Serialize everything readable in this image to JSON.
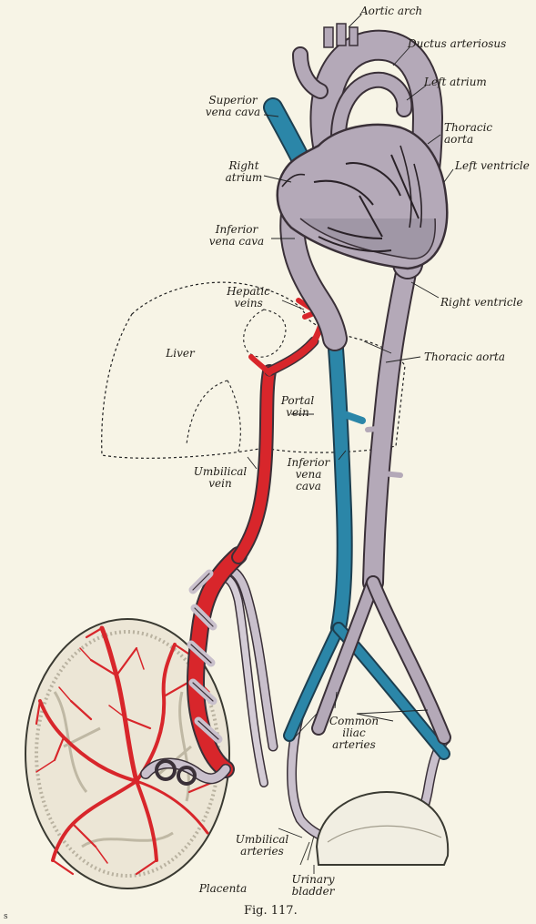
{
  "labels": {
    "aortic_arch": "Aortic arch",
    "ductus_arteriosus": "Ductus arteriosus",
    "left_atrium": "Left atrium",
    "superior_vena_cava": "Superior\nvena cava",
    "thoracic_aorta_upper": "Thoracic\naorta",
    "right_atrium": "Right\natrium",
    "left_ventricle": "Left ventricle",
    "inferior_vena_cava_upper": "Inferior\nvena cava",
    "hepatic_veins": "Hepatic\nveins",
    "right_ventricle": "Right ventricle",
    "liver": "Liver",
    "thoracic_aorta_lower": "Thoracic aorta",
    "portal_vein": "Portal\nvein",
    "umbilical_vein": "Umbilical\nvein",
    "inferior_vena_cava_lower": "Inferior\nvena\ncava",
    "common_iliac_arteries": "Common\niliac\narteries",
    "umbilical_arteries": "Umbilical\narteries",
    "urinary_bladder": "Urinary\nbladder",
    "placenta": "Placenta"
  },
  "caption": "Fig. 117.",
  "page_mark": "s",
  "colors": {
    "background": "#f7f4e6",
    "artery": "#b4a9b8",
    "artery_outline": "#3a3038",
    "oxygenated": "#d8262b",
    "deoxygenated": "#2b86a8",
    "placenta_fill": "#ece6d6",
    "text": "#1e1b16"
  }
}
